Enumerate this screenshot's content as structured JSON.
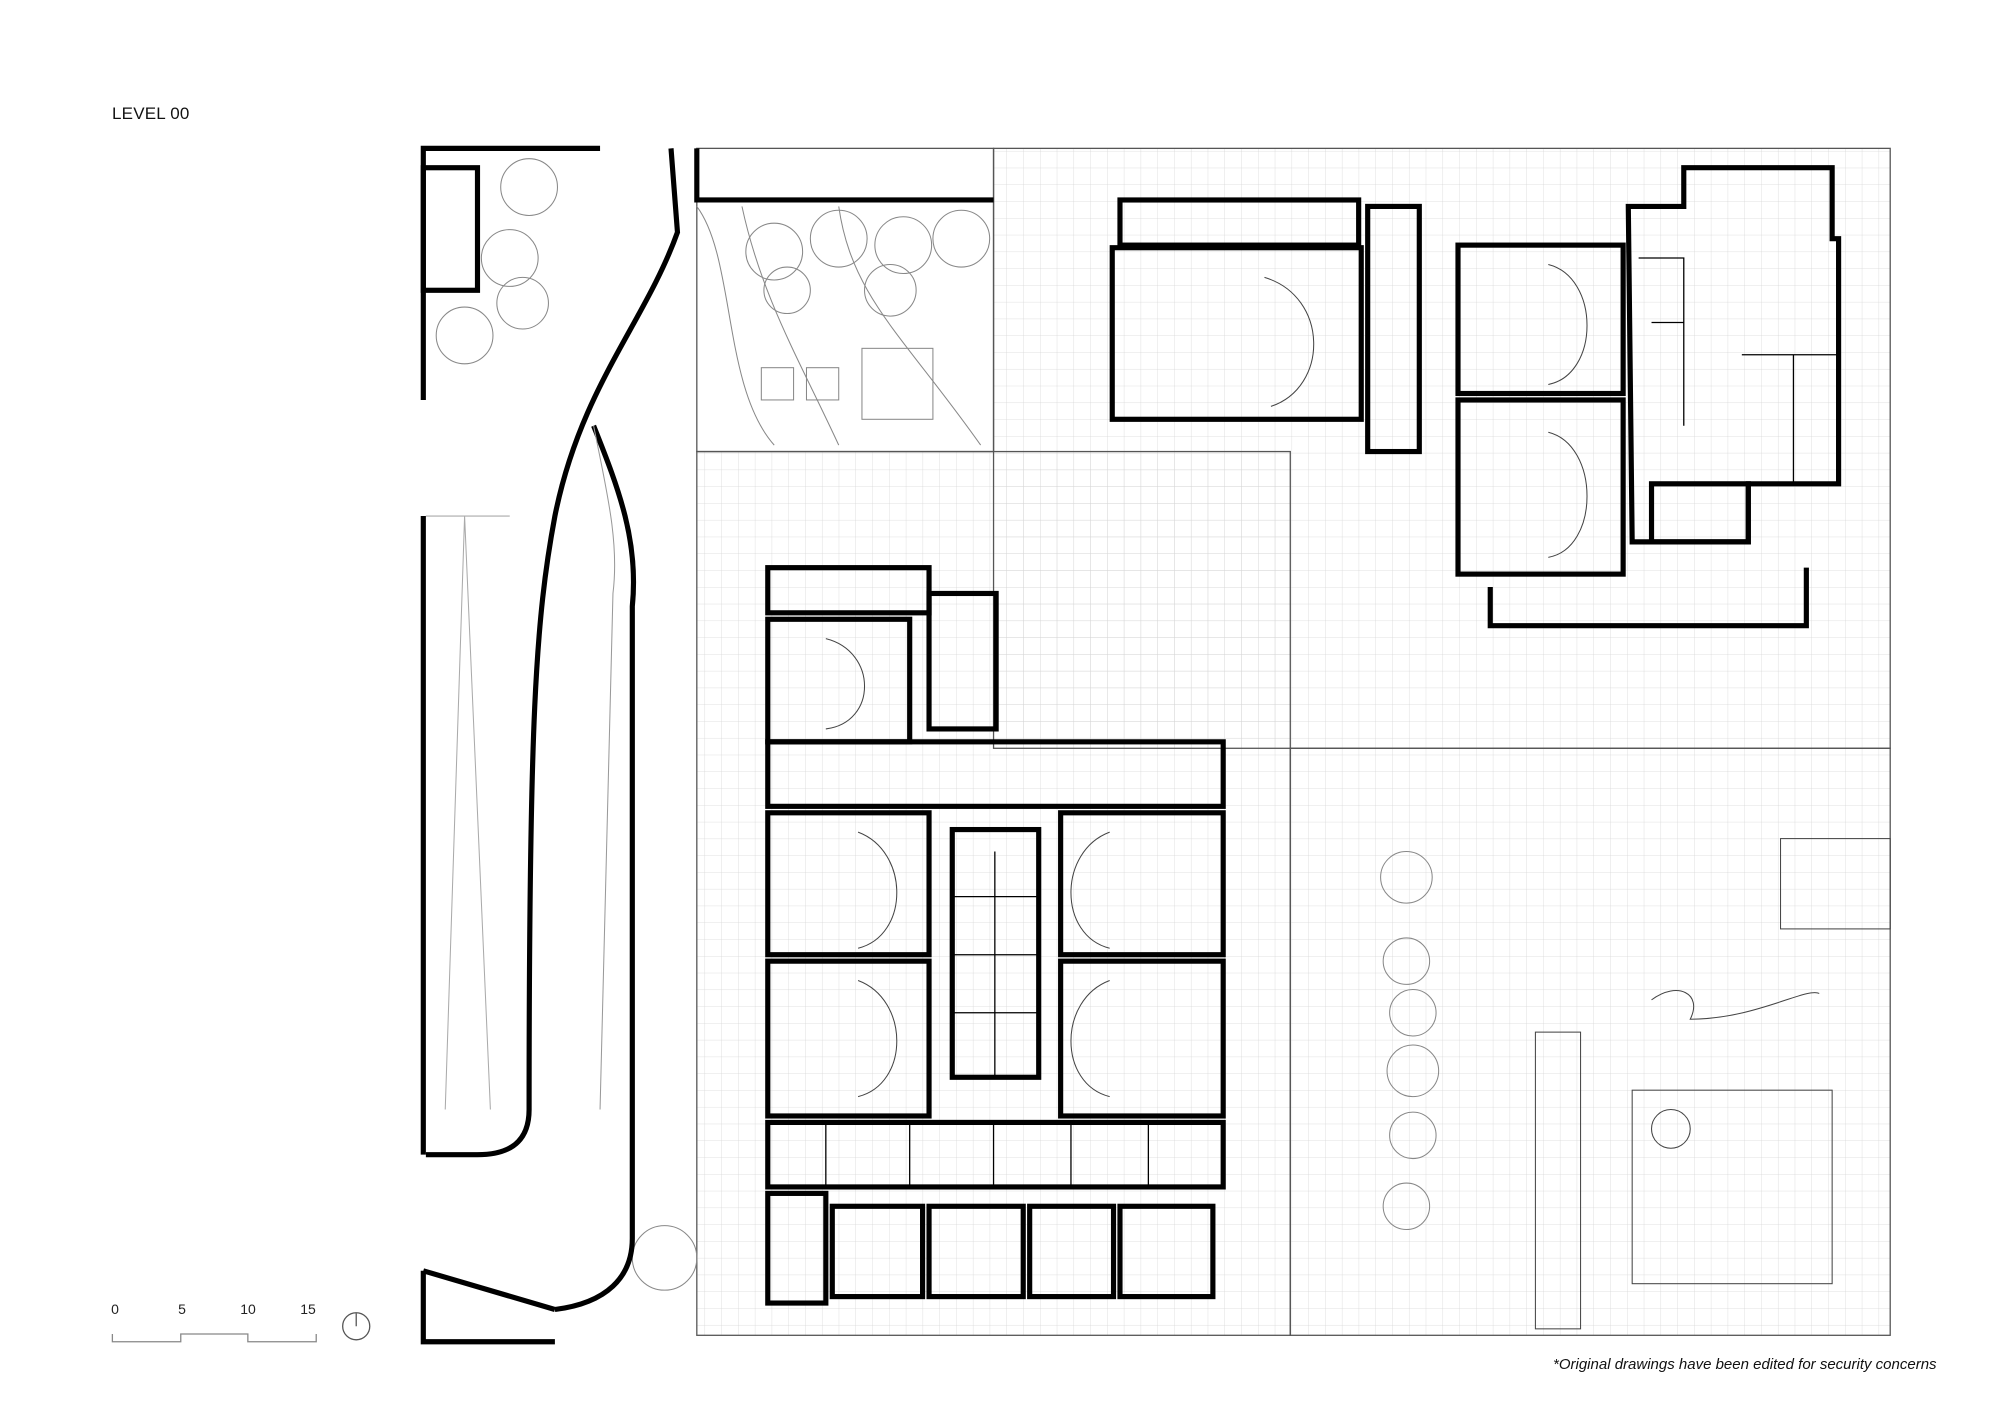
{
  "drawing": {
    "title": "LEVEL 00",
    "footnote": "*Original drawings have been edited for security concerns"
  },
  "scale_bar": {
    "labels": [
      "0",
      "5",
      "10",
      "15"
    ],
    "north_icon": "north-arrow-circle"
  },
  "colors": {
    "wall": "#000000",
    "grid": "#d6d6d6",
    "linework": "#8a8a8a"
  }
}
